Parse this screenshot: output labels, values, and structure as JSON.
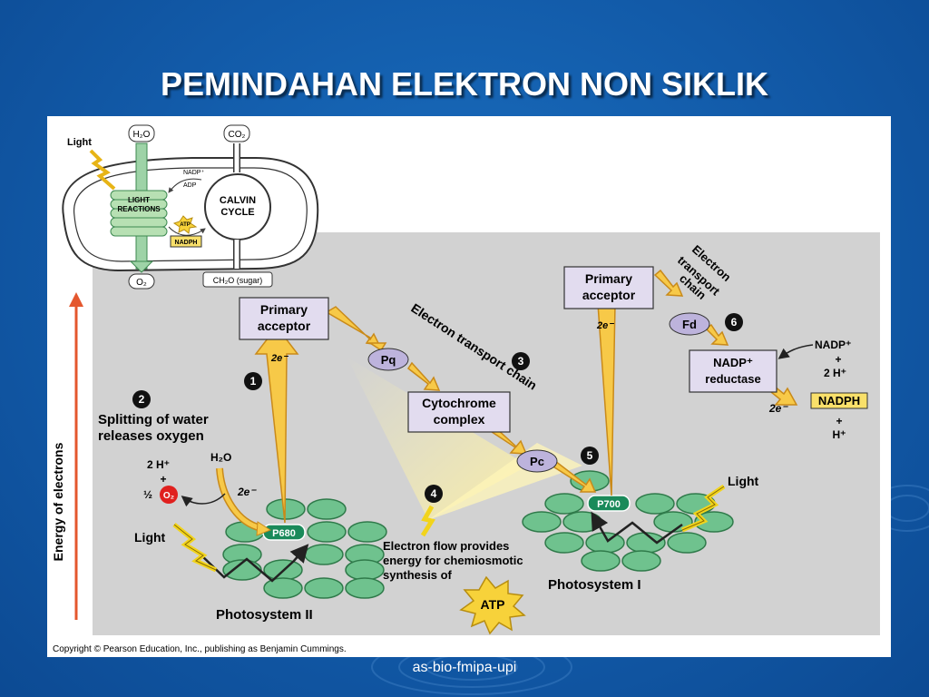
{
  "slide": {
    "title": "PEMINDAHAN ELEKTRON NON SIKLIK",
    "footer": "as-bio-fmipa-upi"
  },
  "inset": {
    "h2o": "H₂O",
    "co2": "CO₂",
    "light": "Light",
    "light_reactions_1": "LIGHT",
    "light_reactions_2": "REACTIONS",
    "calvin_1": "CALVIN",
    "calvin_2": "CYCLE",
    "nadp": "NADP⁺",
    "adp": "ADP",
    "atp": "ATP",
    "nadph": "NADPH",
    "o2": "O₂",
    "sugar": "CH₂O (sugar)"
  },
  "diagram": {
    "y_axis_label": "Energy of electrons",
    "ps2_label": "Photosystem II",
    "ps1_label": "Photosystem I",
    "p680": "P680",
    "p700": "P700",
    "primary_acceptor_1": "Primary",
    "primary_acceptor_2": "acceptor",
    "pq": "Pq",
    "pc": "Pc",
    "fd": "Fd",
    "cytochrome_1": "Cytochrome",
    "cytochrome_2": "complex",
    "nadp_reductase_1": "NADP⁺",
    "nadp_reductase_2": "reductase",
    "etc_label": "Electron transport chain",
    "etc2_1": "Electron",
    "etc2_2": "transport",
    "etc2_3": "chain",
    "two_e": "2e⁻",
    "step1": "1",
    "step2": "2",
    "step3": "3",
    "step4": "4",
    "step5": "5",
    "step6": "6",
    "splitting_1": "Splitting of water",
    "splitting_2": "releases oxygen",
    "two_h": "2 H⁺",
    "plus": "+",
    "half": "½",
    "o2": "O₂",
    "h2o": "H₂O",
    "light": "Light",
    "electron_flow_1": "Electron flow provides",
    "electron_flow_2": "energy for chemiosmotic",
    "electron_flow_3": "synthesis of",
    "atp": "ATP",
    "nadp_in": "NADP⁺",
    "two_h_in": "2 H⁺",
    "nadph": "NADPH",
    "h_out": "H⁺",
    "copyright": "Copyright © Pearson Education, Inc., publishing as Benjamin Cummings."
  },
  "colors": {
    "background": "#125aa8",
    "arrow_yellow": "#f7c948",
    "arrow_outline": "#c98a1a",
    "disk_green": "#6fc28e",
    "reaction_green": "#1a8a5a",
    "box_fill": "#e2dcef",
    "carrier_fill": "#bdb3dc",
    "grey_bg": "#d2d2d2",
    "axis_arrow": "#e4572e",
    "o2_red": "#e0201e",
    "nadph_fill": "#f9e06a"
  }
}
